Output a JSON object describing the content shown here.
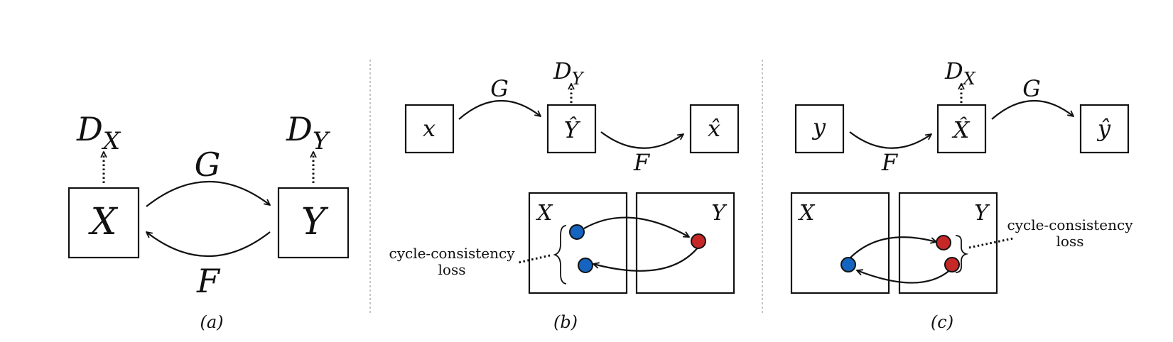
{
  "panel_a": {
    "node_x": "X",
    "node_y": "Y",
    "disc_x_main": "D",
    "disc_x_sub": "X",
    "disc_y_main": "D",
    "disc_y_sub": "Y",
    "map_g": "G",
    "map_f": "F",
    "caption": "(a)"
  },
  "panel_b": {
    "node_x": "x",
    "node_yhat": "Ŷ",
    "node_xhat": "x̂",
    "disc_main": "D",
    "disc_sub": "Y",
    "map_g": "G",
    "map_f": "F",
    "domain_x": "X",
    "domain_y": "Y",
    "loss_line1": "cycle-consistency",
    "loss_line2": "loss",
    "caption": "(b)"
  },
  "panel_c": {
    "node_y": "y",
    "node_xhat": "X̂",
    "node_yhat": "ŷ",
    "disc_main": "D",
    "disc_sub": "X",
    "map_f": "F",
    "map_g": "G",
    "domain_x": "X",
    "domain_y": "Y",
    "loss_line1": "cycle-consistency",
    "loss_line2": "loss",
    "caption": "(c)"
  },
  "colors": {
    "source_point": "#1565c0",
    "target_point": "#c62828"
  }
}
